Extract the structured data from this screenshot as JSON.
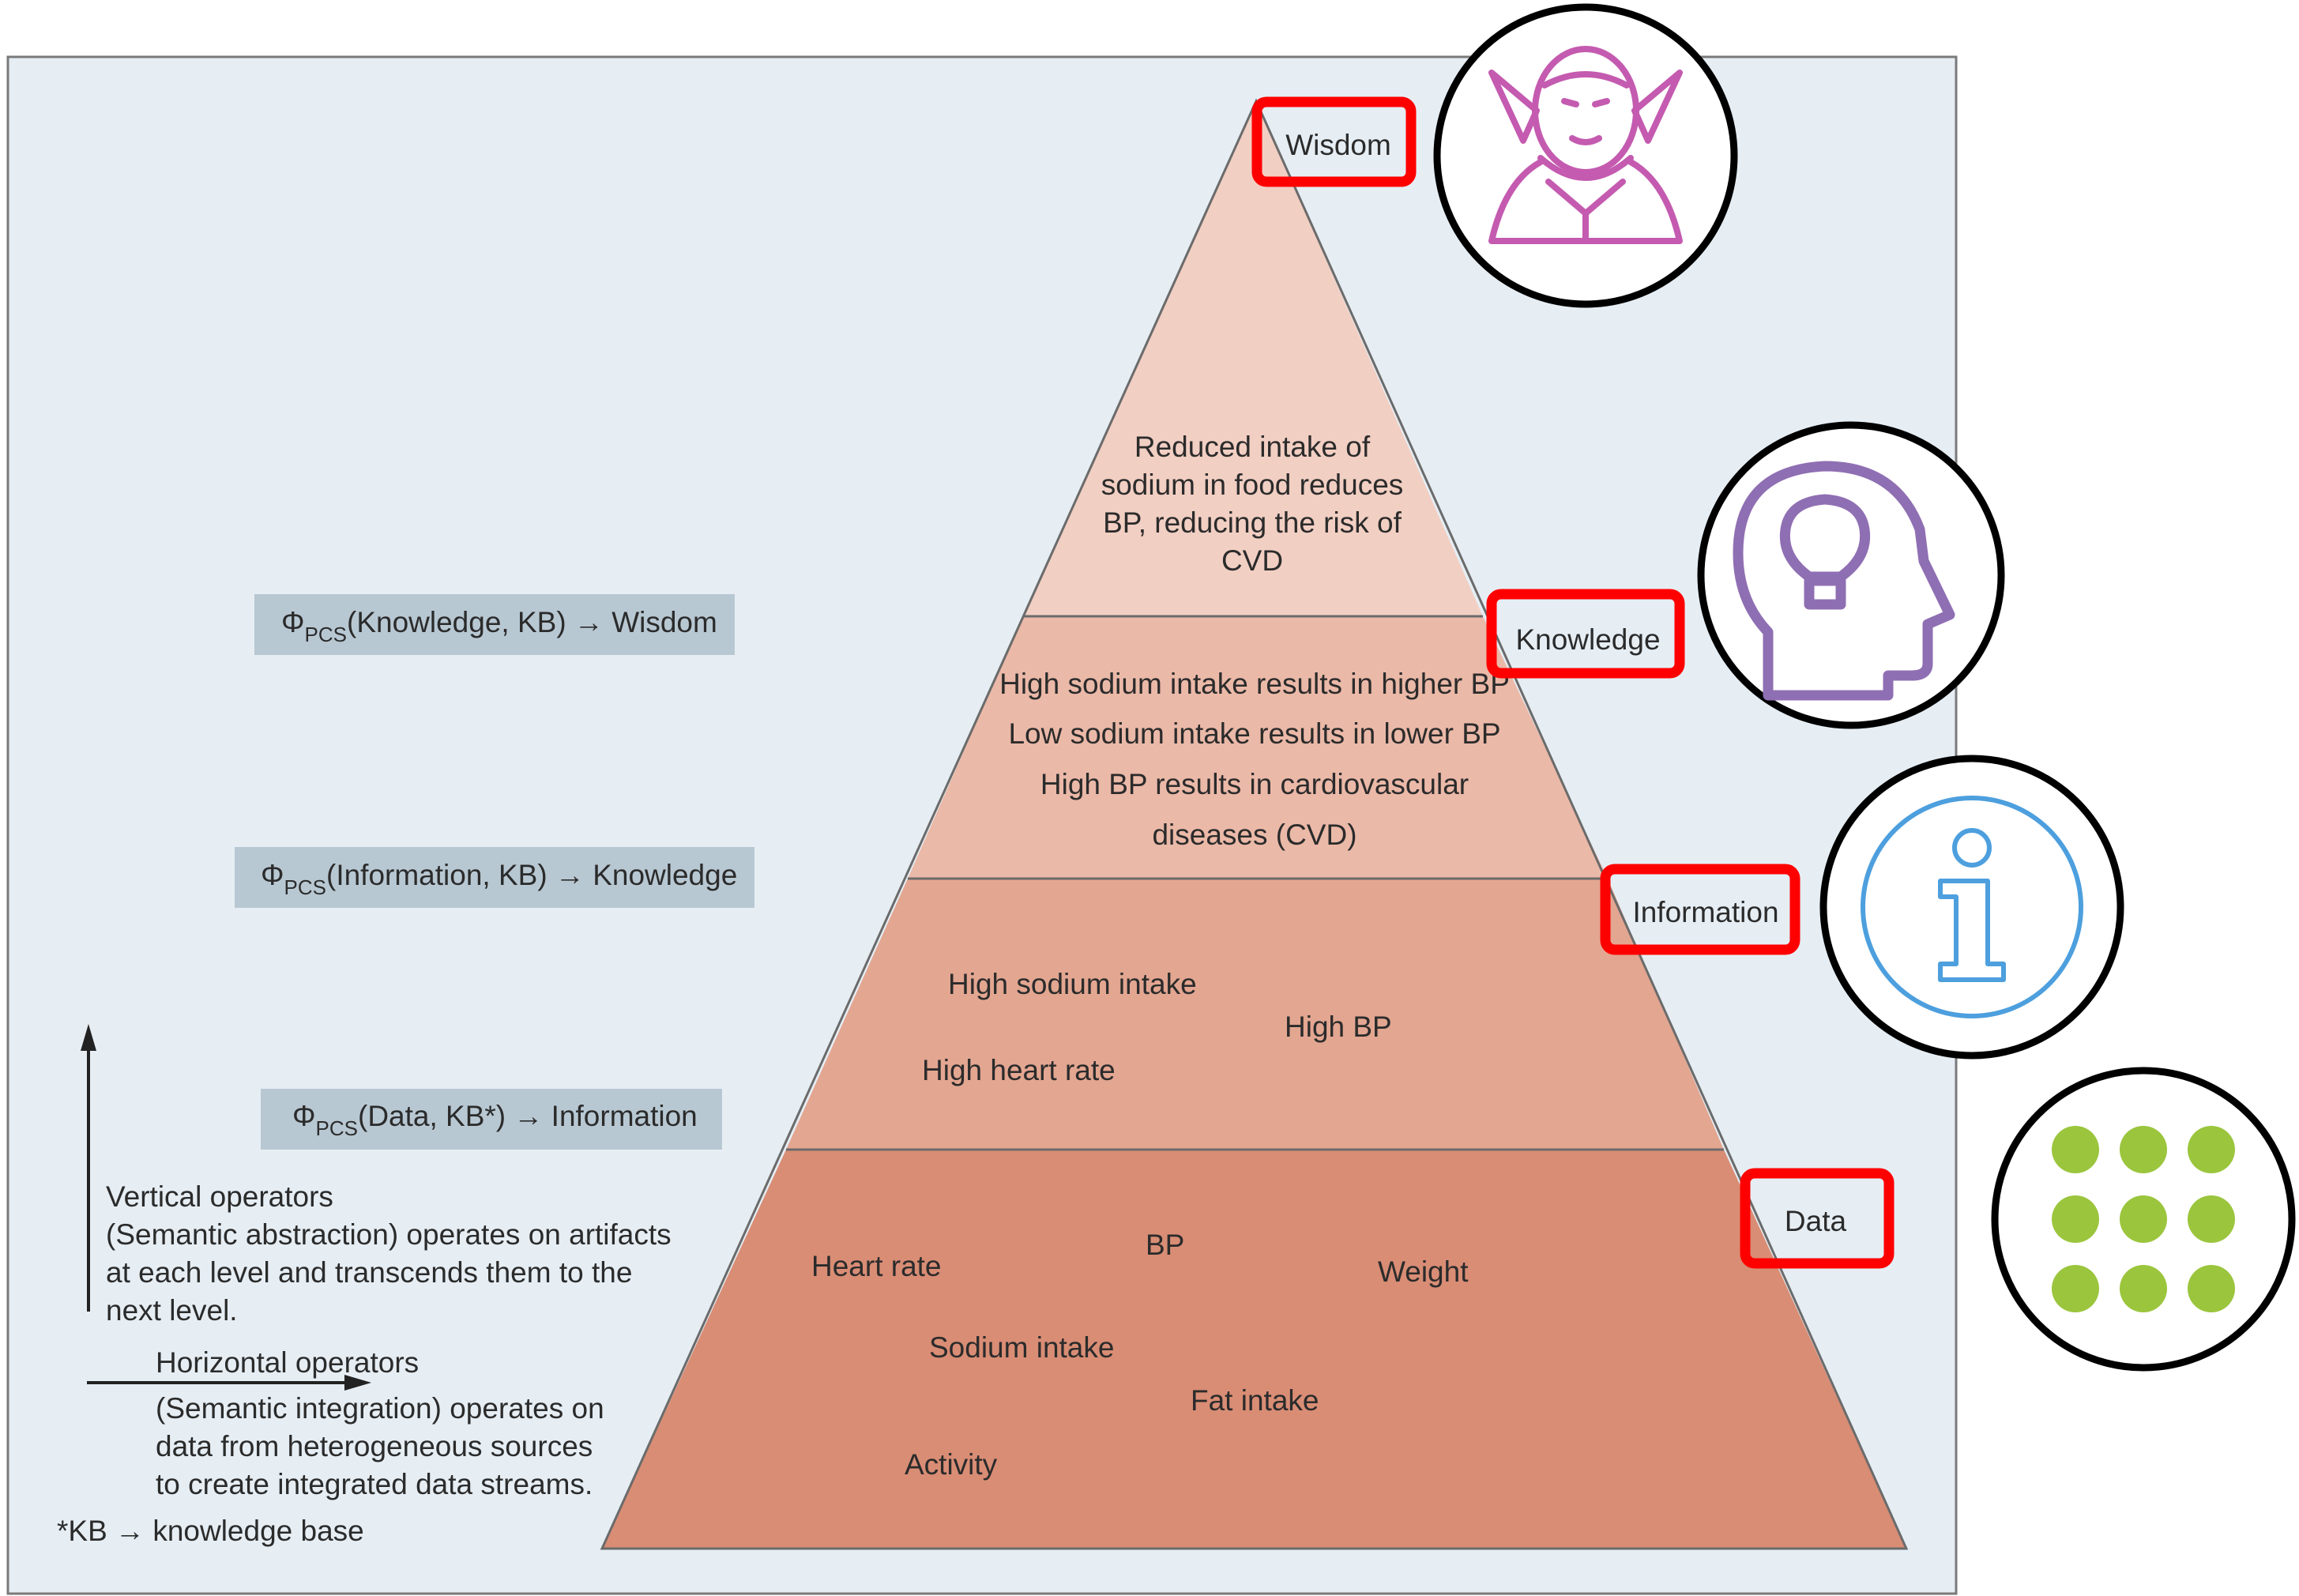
{
  "levels": {
    "wisdom": "Wisdom",
    "knowledge": "Knowledge",
    "information": "Information",
    "data": "Data"
  },
  "wisdom_text": [
    "Reduced intake of",
    "sodium in food reduces",
    "BP, reducing the risk of",
    "CVD"
  ],
  "knowledge_text": [
    "High sodium intake results in higher BP",
    "Low sodium intake results in lower BP",
    "High BP results in cardiovascular",
    "diseases (CVD)"
  ],
  "information_items": {
    "sodium": "High sodium intake",
    "bp": "High BP",
    "heart_rate": "High heart rate"
  },
  "data_items": {
    "heart_rate": "Heart rate",
    "bp": "BP",
    "weight": "Weight",
    "sodium": "Sodium intake",
    "fat": "Fat intake",
    "activity": "Activity"
  },
  "operators": {
    "phi": "Φ",
    "sub": "PCS",
    "op1_rest": "(Knowledge, KB) → Wisdom",
    "op2_rest": "(Information, KB) → Knowledge",
    "op3_rest": "(Data, KB*) → Information"
  },
  "legend": {
    "vertical": [
      "Vertical operators",
      "(Semantic abstraction) operates on artifacts",
      "at each level and transcends them to the",
      "next level."
    ],
    "horizontal": [
      "Horizontal operators",
      "(Semantic integration) operates on",
      "data from heterogeneous sources",
      "to create integrated data streams."
    ],
    "footnote": "*KB → knowledge base"
  },
  "icons": {
    "wisdom": "sage-character-icon",
    "knowledge": "head-lightbulb-icon",
    "information": "info-icon",
    "data": "dot-grid-icon"
  },
  "colors": {
    "panel": "#e6eef4",
    "wisdom_fill": "#f2cfc3",
    "knowledge_fill": "#ebb9a8",
    "information_fill": "#e3a691",
    "data_fill": "#d98d75",
    "operator_box": "#b8c8d3",
    "highlight": "#ff0000",
    "wisdom_icon": "#c45bb0",
    "knowledge_icon": "#8f6fb3",
    "information_icon": "#4d9fde",
    "data_icon": "#9bc53d"
  }
}
